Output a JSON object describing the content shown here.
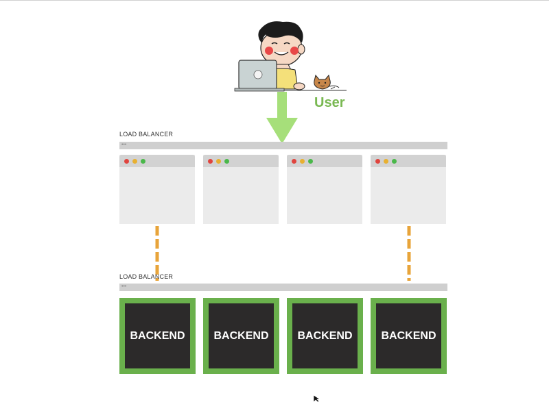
{
  "user": {
    "label": "User"
  },
  "load_balancers": [
    {
      "label": "LOAD BALANCER",
      "dots": "•••"
    },
    {
      "label": "LOAD BALANCER",
      "dots": "•••"
    }
  ],
  "frontend_windows": [
    {},
    {},
    {},
    {}
  ],
  "backends": [
    {
      "label": "BACKEND"
    },
    {
      "label": "BACKEND"
    },
    {
      "label": "BACKEND"
    },
    {
      "label": "BACKEND"
    }
  ],
  "colors": {
    "arrow": "#a6df7a",
    "backend_border": "#6ab04c",
    "backend_fill": "#2c2a2a",
    "connector": "#e8a43a",
    "user_label": "#79b852"
  },
  "icons": [
    "person-illustration",
    "laptop-icon",
    "cat-icon",
    "cursor-icon"
  ]
}
